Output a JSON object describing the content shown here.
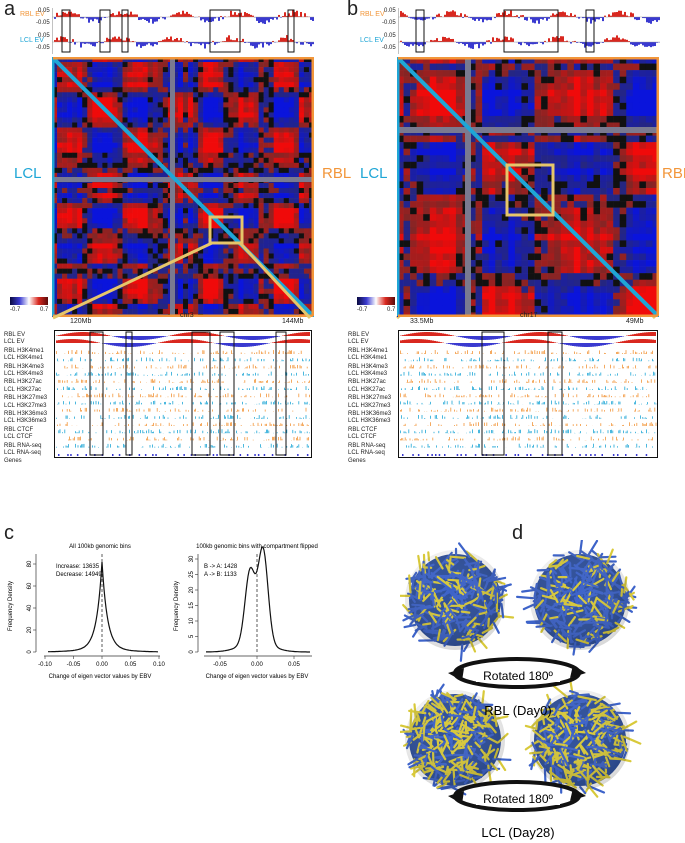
{
  "panels": {
    "a": "a",
    "b": "b",
    "c": "c",
    "d": "d"
  },
  "panel_a": {
    "ev_labels": {
      "rbl": "RBL EV",
      "lcl": "LCL EV"
    },
    "ev_ticks": {
      "rbl_top": "0.05",
      "rbl_bot": "-0.05",
      "lcl_top": "0.05",
      "lcl_bot": "-0.05"
    },
    "lcl_label": "LCL",
    "rbl_label": "RBL",
    "colorbar_min": "-0.7",
    "colorbar_max": "0.7",
    "chrom": "chr3",
    "start": "120Mb",
    "end": "144Mb"
  },
  "panel_b": {
    "ev_labels": {
      "rbl": "RBL EV",
      "lcl": "LCL EV"
    },
    "ev_ticks": {
      "rbl_top": "0.05",
      "rbl_bot": "-0.05",
      "lcl_top": "0.05",
      "lcl_bot": "-0.05"
    },
    "lcl_label": "LCL",
    "rbl_label": "RBL",
    "colorbar_min": "-0.7",
    "colorbar_max": "0.7",
    "chrom": "chr17",
    "start": "33.5Mb",
    "end": "49Mb"
  },
  "tracks": [
    "RBL EV",
    "LCL EV",
    "RBL H3K4me1",
    "LCL H3K4me1",
    "RBL H3K4me3",
    "LCL H3K4me3",
    "RBL H3K27ac",
    "LCL H3K27ac",
    "RBL H3K27me3",
    "LCL H3K27me3",
    "RBL H3K36me3",
    "LCL H3K36me3",
    "RBL CTCF",
    "LCL CTCF",
    "RBL RNA-seq",
    "LCL RNA-seq",
    "Genes"
  ],
  "panel_c": {
    "left": {
      "title": "All 100kb genomic bins",
      "ylabel": "Frequency Density",
      "xlabel": "Change of eigen vector values by EBV",
      "legend1": "Increase: 13635",
      "legend2": "Decrease: 14949",
      "xticks": [
        "-0.10",
        "-0.05",
        "0.00",
        "0.05",
        "0.10"
      ],
      "yticks": [
        "0",
        "20",
        "40",
        "60",
        "80"
      ]
    },
    "right": {
      "title": "100kb genomic bins with compartment flipped",
      "ylabel": "Frequency Density",
      "xlabel": "Change of eigen vector values by EBV",
      "legend1": "B -> A: 1428",
      "legend2": "A -> B: 1133",
      "xticks": [
        "-0.05",
        "0.00",
        "0.05"
      ],
      "yticks": [
        "0",
        "5",
        "10",
        "15",
        "20",
        "25",
        "30"
      ]
    }
  },
  "panel_d": {
    "rotate_label": "Rotated 180º",
    "rbl_label": "RBL (Day0)",
    "lcl_label": "LCL (Day28)"
  },
  "colors": {
    "red": "#d9281f",
    "blue": "#3a3ad0",
    "cyan": "#1fa6d6",
    "orange": "#f2963a",
    "yellow": "#e6c66a",
    "model_blue": "#3d63c9",
    "model_yellow": "#d8c93a"
  }
}
